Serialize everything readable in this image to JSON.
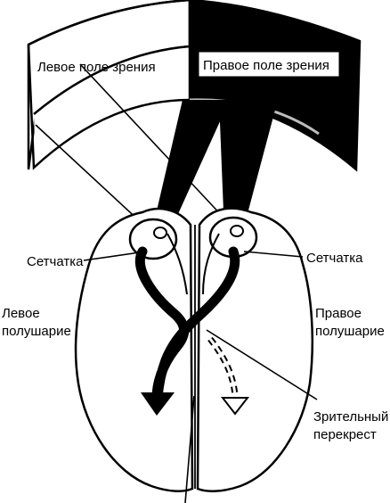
{
  "labels": {
    "left_field": "Левое поле зрения",
    "right_field": "Правое поле зрения",
    "retina_left": "Сетчатка",
    "retina_right": "Сетчатка",
    "left_hemisphere_l1": "Левое",
    "left_hemisphere_l2": "полушарие",
    "right_hemisphere_l1": "Правое",
    "right_hemisphere_l2": "полушарие",
    "chiasm_l1": "Зрительный",
    "chiasm_l2": "перекрест"
  },
  "colors": {
    "ink": "#000000",
    "paper": "#ffffff",
    "fovea_arc": "#bdbdbd"
  }
}
